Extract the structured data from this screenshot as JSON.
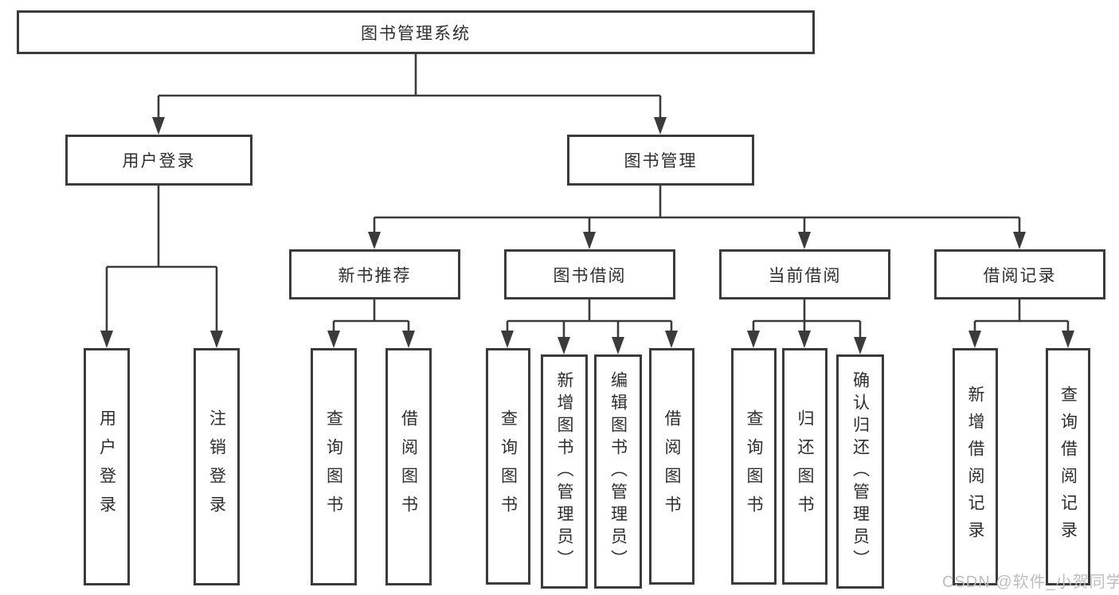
{
  "diagram": {
    "type": "hierarchy-chart",
    "colors": {
      "background": "#ffffff",
      "line": "#3b3b3b",
      "box_border": "#3b3b3b",
      "text": "#2e2e2e",
      "watermark": "#bdbdbd"
    }
  },
  "tree": {
    "label": "图书管理系统",
    "children": [
      {
        "label": "用户登录",
        "children": [
          {
            "label": "用户登录"
          },
          {
            "label": "注销登录"
          }
        ]
      },
      {
        "label": "图书管理",
        "children": [
          {
            "label": "新书推荐",
            "children": [
              {
                "label": "查询图书"
              },
              {
                "label": "借阅图书"
              }
            ]
          },
          {
            "label": "图书借阅",
            "children": [
              {
                "label": "查询图书"
              },
              {
                "label": "新增图书（管理员）"
              },
              {
                "label": "编辑图书（管理员）"
              },
              {
                "label": "借阅图书"
              }
            ]
          },
          {
            "label": "当前借阅",
            "children": [
              {
                "label": "查询图书"
              },
              {
                "label": "归还图书"
              },
              {
                "label": "确认归还（管理员）"
              }
            ]
          },
          {
            "label": "借阅记录",
            "children": [
              {
                "label": "新增借阅记录"
              },
              {
                "label": "查询借阅记录"
              }
            ]
          }
        ]
      }
    ]
  },
  "watermark": {
    "text": "CSDN @软件_小贺同学"
  }
}
